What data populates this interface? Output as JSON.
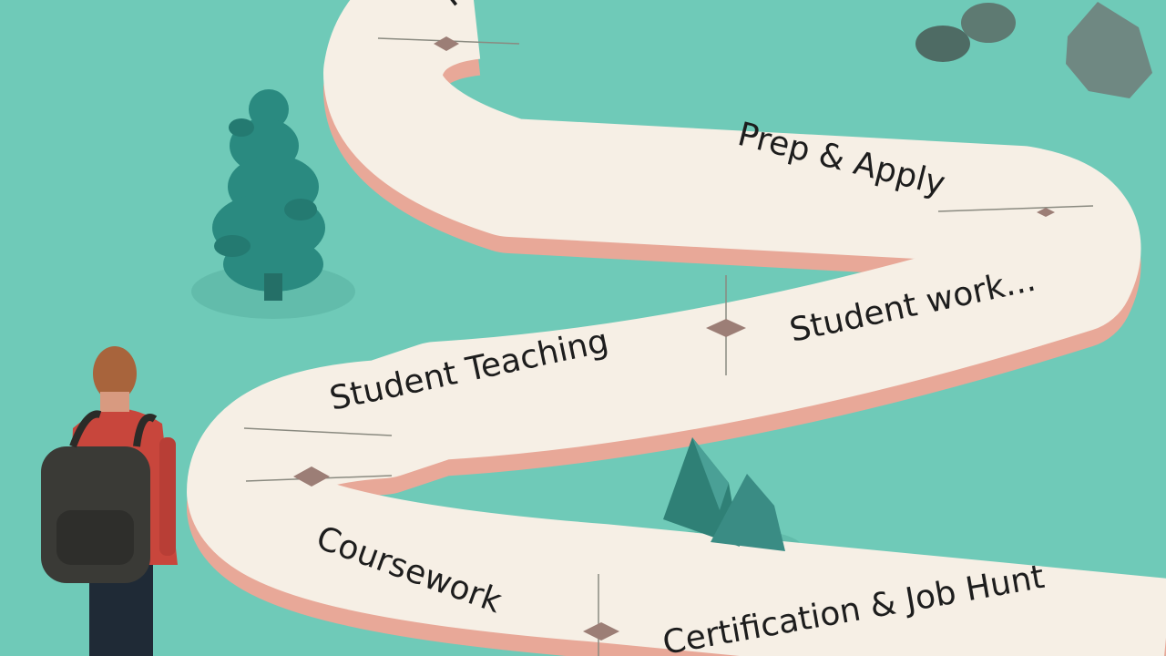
{
  "scene": {
    "background": "#6fcab8",
    "path_top_color": "#f6efe5",
    "path_side_color": "#e8a898",
    "tree_color": "#2a8a80",
    "rock_color": "#3a8c84",
    "stone_color": "#5e7a72"
  },
  "path": {
    "stages": [
      {
        "label": "Coursework"
      },
      {
        "label": "Certification & Job Hunt"
      },
      {
        "label": "Student Teaching"
      },
      {
        "label": "Student work..."
      },
      {
        "label": "Prep & Apply"
      },
      {
        "label": "To"
      }
    ]
  },
  "figure": {
    "description_icon": "student-with-backpack",
    "shirt_color": "#c8463c",
    "backpack_color": "#3a3a36"
  }
}
